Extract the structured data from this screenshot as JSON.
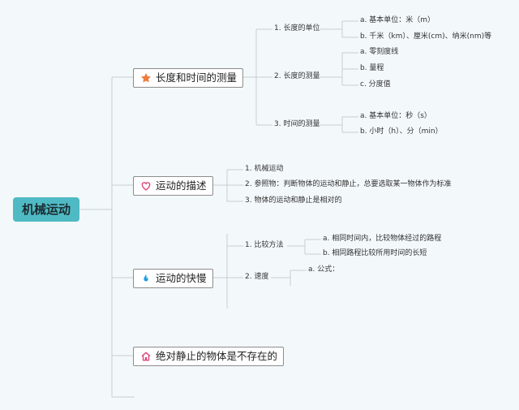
{
  "root": {
    "label": "机械运动"
  },
  "branches": [
    {
      "label": "长度和时间的测量",
      "icon": "star-icon",
      "children": [
        {
          "label": "1. 长度的单位",
          "items": [
            "a. 基本单位：米（m）",
            "b. 千米（km）、厘米(cm)、纳米(nm)等"
          ]
        },
        {
          "label": "2. 长度的测量",
          "items": [
            "a. 零刻度线",
            "b. 量程",
            "c. 分度值"
          ]
        },
        {
          "label": "3. 时间的测量",
          "items": [
            "a. 基本单位：秒（s）",
            "b. 小时（h）、分（min）"
          ]
        }
      ]
    },
    {
      "label": "运动的描述",
      "icon": "heart-icon",
      "items": [
        "1. 机械运动",
        "2. 参照物：判断物体的运动和静止，总要选取某一物体作为标准",
        "3. 物体的运动和静止是相对的"
      ]
    },
    {
      "label": "运动的快慢",
      "icon": "flame-icon",
      "children": [
        {
          "label": "1. 比较方法",
          "items": [
            "a. 相同时间内，比较物体经过的路程",
            "b. 相同路程比较所用时间的长短"
          ]
        },
        {
          "label": "2. 速度",
          "items": [
            "a. 公式："
          ]
        }
      ]
    },
    {
      "label": "绝对静止的物体是不存在的",
      "icon": "house-icon"
    }
  ],
  "colors": {
    "background": "#f3f8fa",
    "root_fill": "#4fbac4",
    "link": "#c9ced2",
    "star": "#f07a3b",
    "heart": "#e0457b",
    "flame": "#1f9de0",
    "house": "#e0457b"
  }
}
